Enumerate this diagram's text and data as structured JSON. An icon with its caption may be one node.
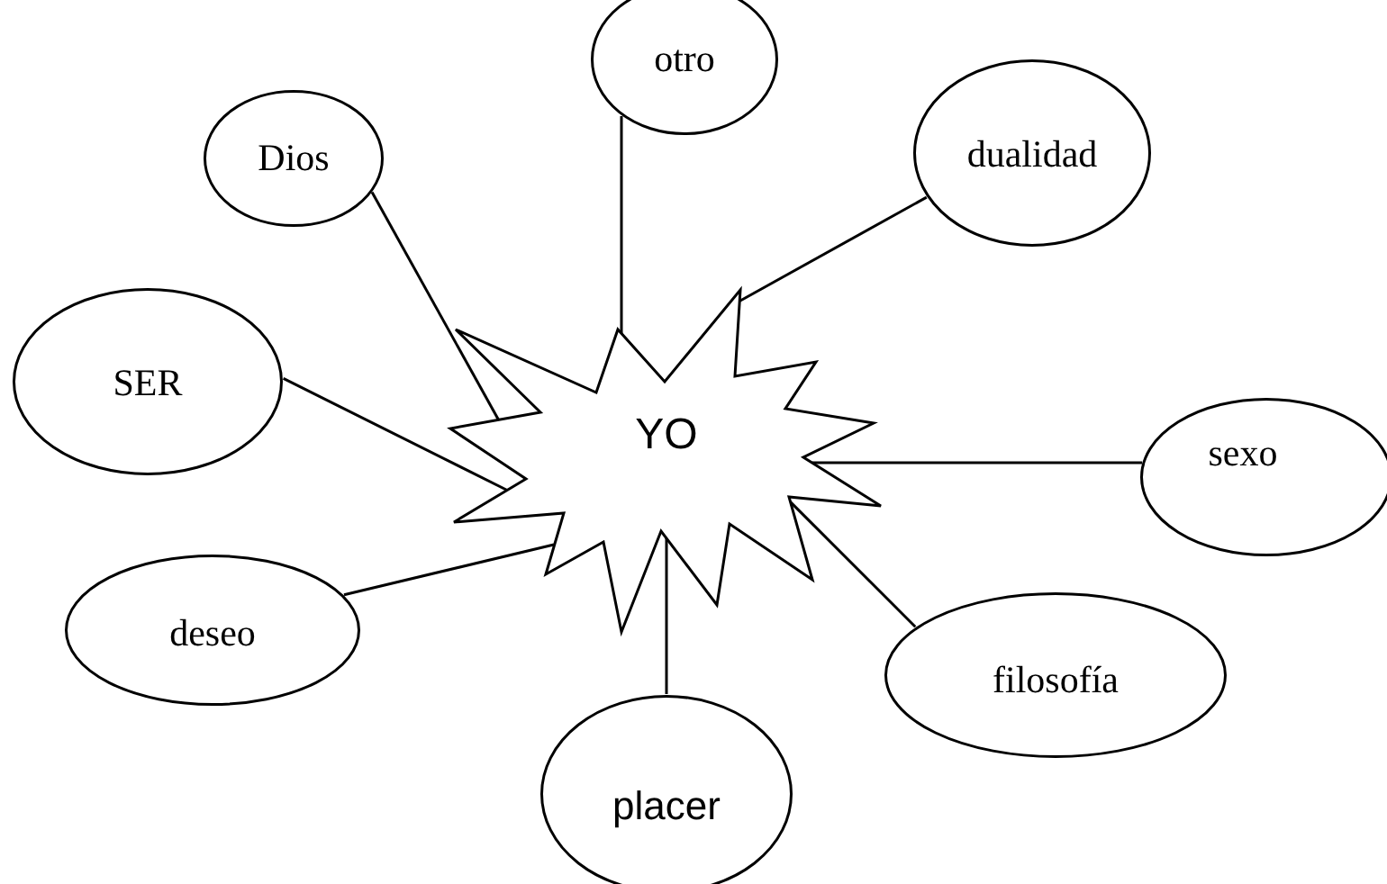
{
  "diagram": {
    "nodes": [
      {
        "text": [
          "Dios"
        ]
      },
      {
        "text": [
          "otro"
        ]
      },
      {
        "text": [
          "dualidad"
        ]
      },
      {
        "text": [
          "SER"
        ]
      },
      {
        "text": [
          "YO"
        ]
      },
      {
        "text": [
          "sexo"
        ]
      },
      {
        "text": [
          "deseo"
        ]
      },
      {
        "text": [
          "filosofía"
        ]
      },
      {
        "text": [
          "placer"
        ]
      }
    ],
    "edges": [
      {
        "from": 4,
        "to": 0,
        "arrow": "none"
      },
      {
        "from": 4,
        "to": 1,
        "arrow": "none"
      },
      {
        "from": 4,
        "to": 2,
        "arrow": "none"
      },
      {
        "from": 4,
        "to": 3,
        "arrow": "none"
      },
      {
        "from": 4,
        "to": 5,
        "arrow": "none"
      },
      {
        "from": 4,
        "to": 6,
        "arrow": "none"
      },
      {
        "from": 4,
        "to": 7,
        "arrow": "none"
      },
      {
        "from": 4,
        "to": 8,
        "arrow": "none"
      }
    ]
  }
}
